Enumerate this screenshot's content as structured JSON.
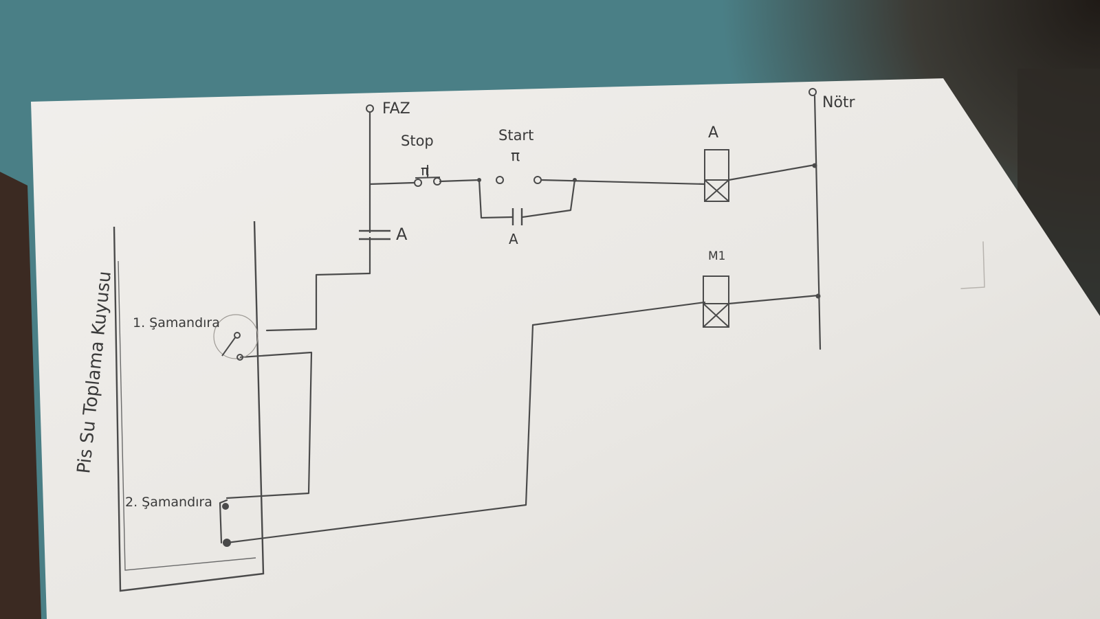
{
  "circuit": {
    "phase_label": "FAZ",
    "neutral_label": "Nötr",
    "stop_label": "Stop",
    "stop_symbol": "π",
    "start_label": "Start",
    "start_symbol": "π",
    "holding_contact_label": "A",
    "series_contact_label": "A",
    "coil_a_label": "A",
    "coil_m_label": "M1"
  },
  "tank": {
    "title": "Pis Su Toplama Kuyusu",
    "float_1_label": "1. Şamandıra",
    "float_2_label": "2. Şamandıra"
  },
  "colors": {
    "paper": "#eceae6",
    "ink": "#4a4a4a",
    "background": "#4a7f86",
    "shadow": "#2b2621"
  }
}
